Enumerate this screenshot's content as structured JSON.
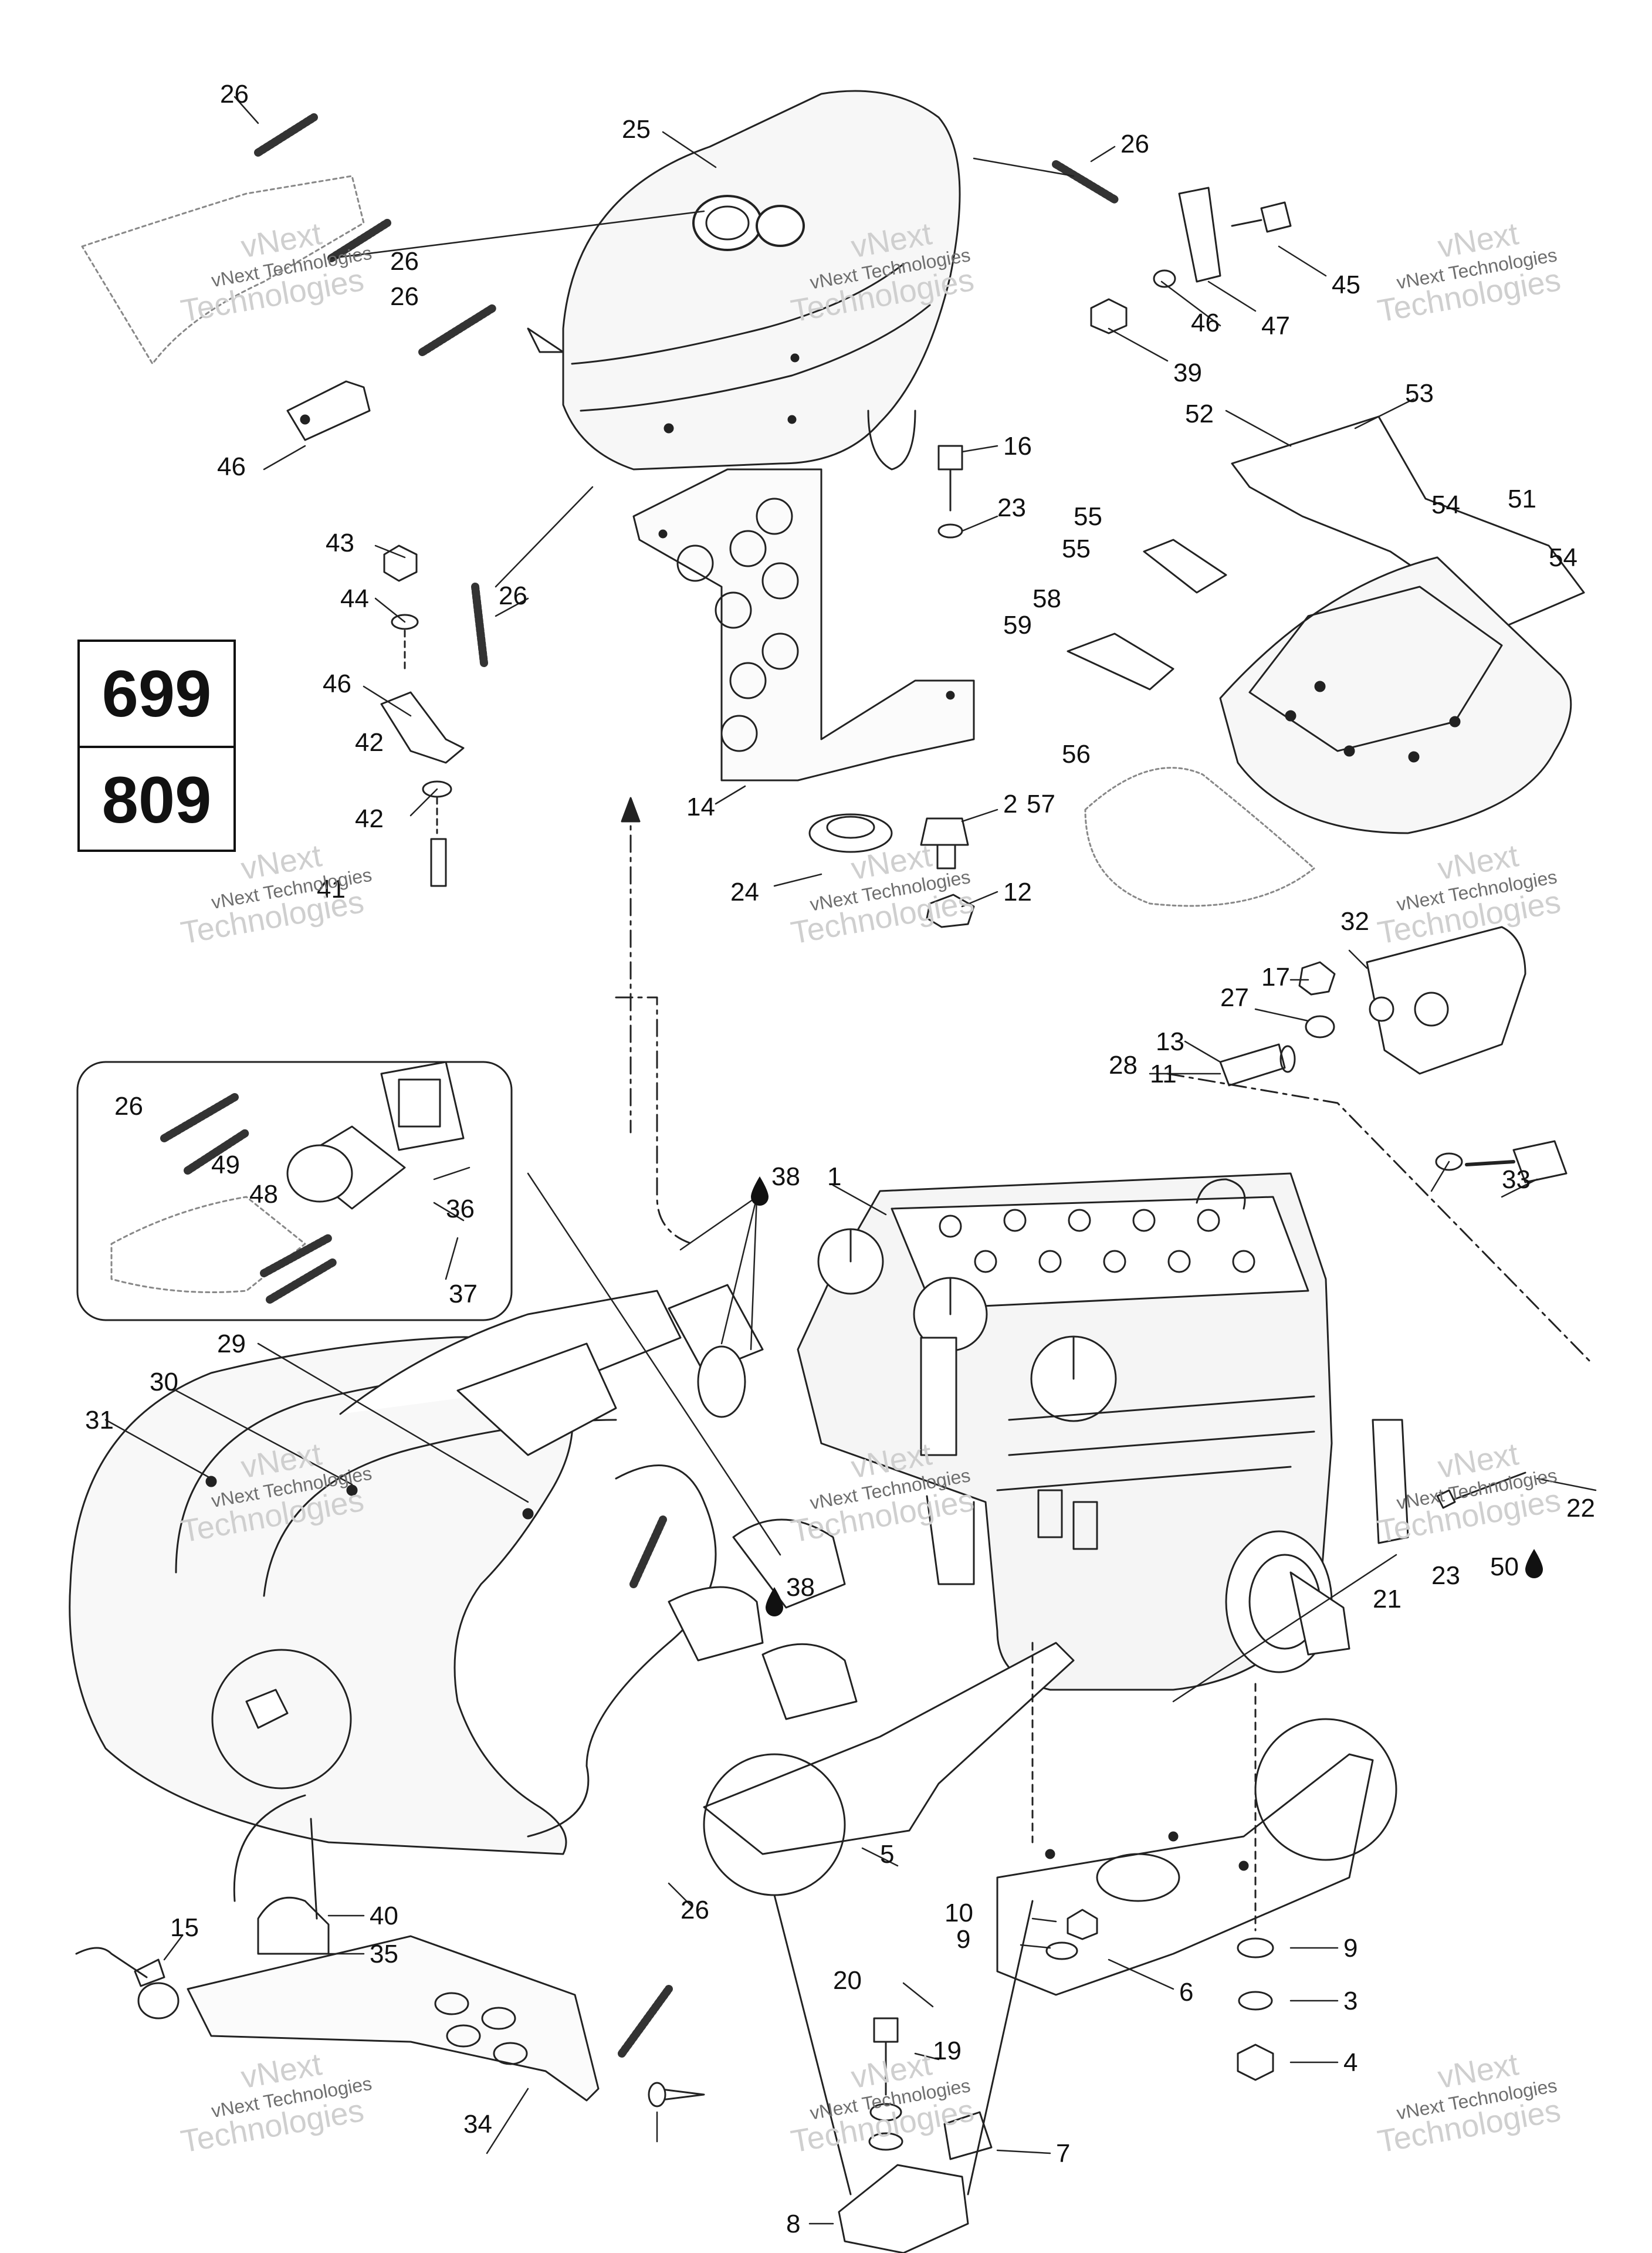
{
  "models": [
    "699",
    "809"
  ],
  "watermark": {
    "line1": "vNext",
    "line2": "vNext Technologies",
    "line3": "Technologies"
  },
  "callouts": [
    "1",
    "2",
    "3",
    "4",
    "5",
    "6",
    "7",
    "8",
    "9",
    "9",
    "10",
    "11",
    "12",
    "13",
    "14",
    "15",
    "16",
    "17",
    "19",
    "20",
    "21",
    "22",
    "23",
    "23",
    "24",
    "25",
    "26",
    "26",
    "26",
    "26",
    "26",
    "26",
    "26",
    "27",
    "28",
    "29",
    "30",
    "31",
    "32",
    "33",
    "34",
    "35",
    "36",
    "37",
    "38",
    "38",
    "39",
    "40",
    "41",
    "42",
    "42",
    "43",
    "44",
    "45",
    "46",
    "46",
    "46",
    "47",
    "48",
    "49",
    "50",
    "51",
    "52",
    "53",
    "54",
    "54",
    "55",
    "55",
    "56",
    "57",
    "58",
    "59"
  ]
}
